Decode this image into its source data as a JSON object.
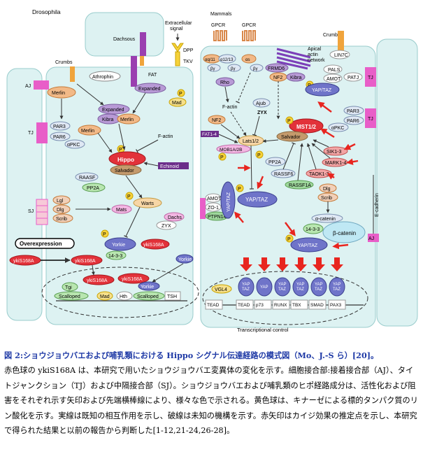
{
  "diagram": {
    "left_panel": {
      "title": "Drosophila",
      "signal": "Extracellular signal",
      "junctions": [
        "AJ",
        "TJ",
        "SJ"
      ],
      "nodes": {
        "dachsous": "Dachsous",
        "dpp": "DPP",
        "tkv": "TKV",
        "crumbs": "Crumbs",
        "atrophin": "Athrophin",
        "fat": "FAT",
        "expanded_top": "Expanded",
        "merlin_top": "Merlin",
        "expanded_mid": "Expanded",
        "kibra": "Kibra",
        "merlin_mid": "Merlin",
        "par3": "PAR3",
        "par6": "PAR6",
        "apkc": "αPKC",
        "merlin_low": "Merlin",
        "mad_top": "Mad",
        "f_actin": "F-actin",
        "hippo": "Hippo",
        "salvador": "Salvador",
        "echinoid": "Echinoid",
        "raasf": "RAASF",
        "pp2a": "PP2A",
        "lgl": "Lgl",
        "dlg": "Dlg",
        "scrib": "Scrib",
        "warts": "Warts",
        "mats": "Mats",
        "dachs": "Dachs",
        "zyx": "ZYX",
        "yorkie": "Yorkie",
        "yki_s168a_1": "ykiS168A",
        "p1433": "14-3-3",
        "overexpression": "Overexpression",
        "yki_left": "ykiS168A",
        "yki_mid": "ykiS168A",
        "yki_a": "ykiS168A",
        "yki_b": "ykiS168A",
        "yorkie_small": "Yorkie",
        "tgi": "Tgi",
        "scalloped_1": "Scalloped",
        "mad": "Mad",
        "hth": "Hth",
        "scalloped_2": "Scalloped",
        "tsh": "TSH",
        "yorkie_bottom": "Yorkie"
      }
    },
    "right_panel": {
      "mammals": "Mammals",
      "gpcr1": "GPCR",
      "gpcr2": "GPCR",
      "crumbs": "Crumbs",
      "apical": "Apical actin network",
      "lin7c": "LIN7C",
      "pals": "PALS",
      "patj": "PATJ",
      "amot_top": "AMOT",
      "tj1": "TJ",
      "tj2": "TJ",
      "ecadherin": "E-cadherin",
      "aj": "AJ",
      "nodes": {
        "g_a1": "αq/11",
        "g_a2": "α12/13",
        "g_a3": "αs",
        "g_b": "βγ",
        "rho": "Rho",
        "factin": "F-actin",
        "frmd6": "FRMD6",
        "nf2_top": "NF2",
        "kibra": "Kibra",
        "yaptaz_top": "YAP/TAZ",
        "ajub": "Ajub",
        "zyx": "ZYX",
        "nf2": "NF2",
        "fat14": "FAT1-4",
        "lats": "Lats1/2",
        "mob": "MOB1A/2B",
        "mst": "MST1/2",
        "salvador": "Salvador",
        "apkc": "αPKC",
        "par3": "PAR3",
        "par6": "PAR6",
        "pp2a": "PP2A",
        "rassf6": "RASSF6",
        "rassf1a": "RASSF1A",
        "taok": "TAOK1-3",
        "mark": "MARK1-4",
        "sik": "SIK1-3",
        "dlg": "Dlg",
        "scrib": "Scrib",
        "amot": "AMOT",
        "zo1": "ZO-1",
        "ptpn14": "PTPN14",
        "yt_vert": "YAP/TAZ",
        "yt_center": "YAP/TAZ",
        "acatenin": "α-catenin",
        "bcatenin": "β-catenin",
        "p1433": "14-3-3",
        "yt_low": "YAP/TAZ"
      },
      "tf_row": {
        "top": [
          "YAP TAZ",
          "YAP",
          "YAP TAZ",
          "YAP TAZ",
          "YAP TAZ",
          "YAP TAZ"
        ],
        "vgl4": "VGL4",
        "bottom": [
          "TEAD",
          "TEAD",
          "p73",
          "RUNX",
          "TBX",
          "SMAD",
          "PAX3"
        ],
        "control": "Transcriptional control"
      }
    },
    "phospho": "P",
    "colors": {
      "hippo_red": "#e2323a",
      "yorkie_blue": "#6f74c9",
      "kibra_purple": "#a785c7",
      "salvador_tan": "#c49a6c",
      "green": "#9ed79c",
      "cyan_cell": "#ddf2f2",
      "arrow_red": "#e8251f",
      "junction_pink": "#e85ec8"
    }
  },
  "caption": {
    "title": "図 2:ショウジョウバエおよび哺乳類における Hippo シグナル伝達経路の模式図（Mo、J.-S ら）[20]。",
    "body": "赤色球の ykiS168A は、本研究で用いたショウジョウバエ変異体の変化を示す。細胞接合部:接着接合部（AJ）、タイトジャンクション（TJ）および中隔接合部（SJ）。ショウジョウバエおよび哺乳類のヒポ経路成分は、活性化および阻害をそれぞれ示す矢印および先端横棒線により、様々な色で示される。黄色球は、キナーゼによる標的タンパク質のリン酸化を示す。実線は既知の相互作用を示し、破線は未知の機構を示す。赤矢印はカイジ効果の推定点を示し、本研究で得られた結果と以前の報告から判断した[1-12,21-24,26-28]。"
  }
}
